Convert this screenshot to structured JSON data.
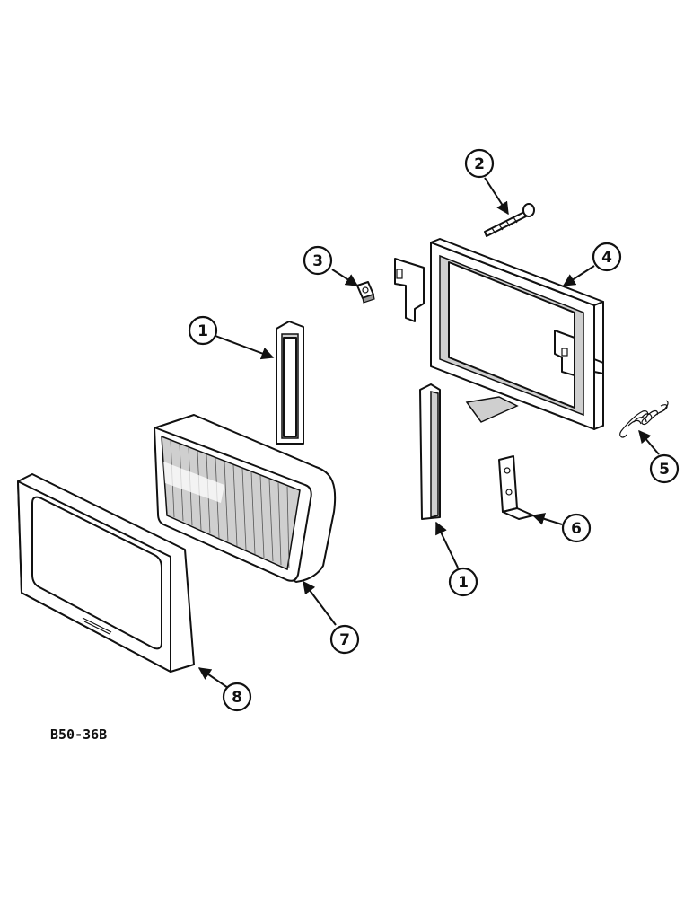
{
  "figure_code": "B50-36B",
  "callouts": [
    {
      "id": "callout-1a",
      "label": "1"
    },
    {
      "id": "callout-1b",
      "label": "1"
    },
    {
      "id": "callout-2",
      "label": "2"
    },
    {
      "id": "callout-3",
      "label": "3"
    },
    {
      "id": "callout-4",
      "label": "4"
    },
    {
      "id": "callout-5",
      "label": "5"
    },
    {
      "id": "callout-6",
      "label": "6"
    },
    {
      "id": "callout-7",
      "label": "7"
    },
    {
      "id": "callout-8",
      "label": "8"
    }
  ]
}
